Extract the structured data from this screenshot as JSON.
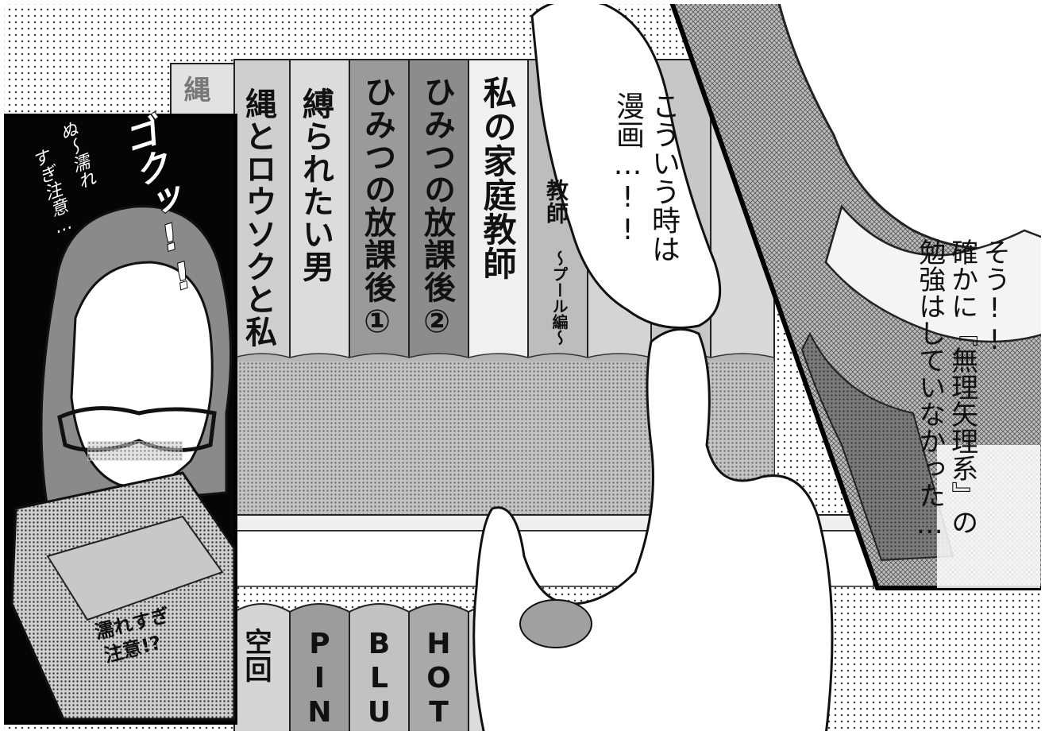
{
  "bookshelf": {
    "top_spines": [
      "縄とロウソクと私",
      "縛られたい男",
      "ひみつの放課後①",
      "ひみつの放課後②",
      "私の家庭教師",
      "教師",
      "〜プール編〜"
    ],
    "partial_spine_top": "縄",
    "bottom_spines": [
      "空回",
      "PINK",
      "BLUE",
      "HOT"
    ]
  },
  "speech_bubble": {
    "line1": "こういう時は",
    "line2": "漫画…!!"
  },
  "narration": {
    "line1": "そう!!",
    "line2": "確かに『無理矢理系』の",
    "line3": "勉強はしていなかった…"
  },
  "inset_panel": {
    "sfx": "ゴクッ!!",
    "whisper1": "ぬ〜濡れ",
    "whisper2": "すぎ注意…",
    "book_title1": "濡れすぎ",
    "book_title2": "注意!?"
  },
  "colors": {
    "ink": "#111111",
    "paper": "#ffffff",
    "screentone_light": "#d9d9d9",
    "screentone_mid": "#a8a8a8",
    "screentone_dark": "#6e6e6e"
  }
}
